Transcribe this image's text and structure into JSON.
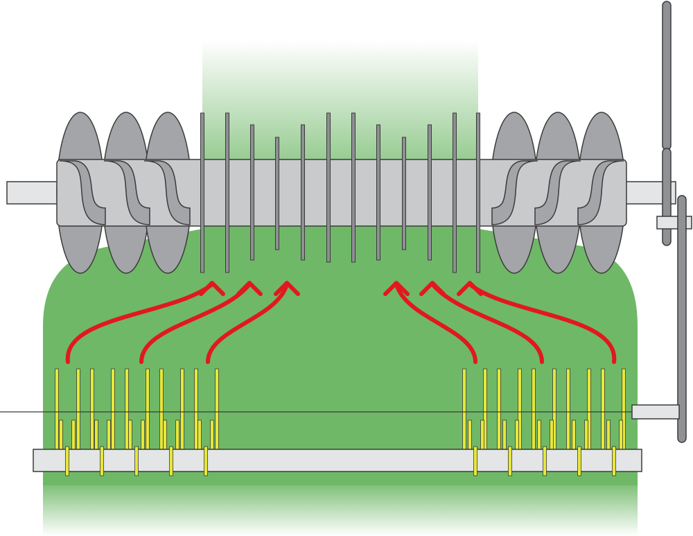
{
  "colors": {
    "background": "#ffffff",
    "crop_green": "#6fb867",
    "auger_flight": "#a3a5a8",
    "auger_tube": "#c9cacc",
    "shaft": "#e4e5e6",
    "outline": "#3a3a3a",
    "tine": "#e6e83a",
    "flow_arrow": "#e1191e",
    "drive_arm": "#8f9194"
  },
  "icons": {
    "auger": "auger-assembly",
    "pickup": "pickup-tine-assembly",
    "flow": "crop-flow-arrows",
    "drive": "drive-linkage"
  }
}
